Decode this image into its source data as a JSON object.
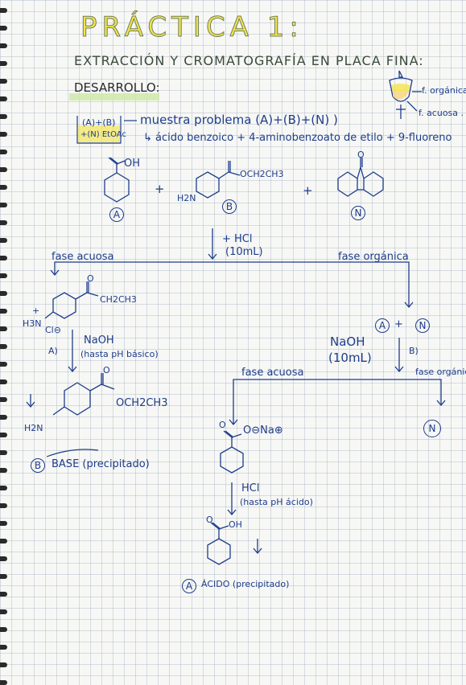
{
  "header": {
    "title": "PRÁCTICA 1:",
    "subtitle": "EXTRACCIÓN Y CROMATOGRAFÍA EN PLACA FINA:",
    "section": "DESARROLLO:"
  },
  "funnel": {
    "label_top": "f. orgánica",
    "label_bottom": "f. acuosa ."
  },
  "sample": {
    "box_line1": "(A)+(B)",
    "box_line2": "+(N) EtOAc",
    "label": "muestra problema (A)+(B)+(N) )",
    "components": "↳ ácido benzoico + 4-aminobenzoato de etilo + 9-fluoreno"
  },
  "molecules": {
    "a_substituent": "OH",
    "b_substituent": "OCH2CH3",
    "b_amine": "H2N",
    "plus": "+",
    "label_a": "A",
    "label_b": "B",
    "label_n": "N",
    "ketone_o": "O"
  },
  "step1": {
    "reagent": "+ HCl",
    "amount": "(10mL)"
  },
  "left_branch": {
    "phase": "fase acuosa",
    "cation_amine": "H3N",
    "cation_charge": "+",
    "anion_charge": "Cl⊖",
    "ester": "CH2CH3",
    "reagent": "NaOH",
    "condition": "(hasta pH básico)",
    "mark": "A)",
    "product_ester": "OCH2CH3",
    "product_amine": "H2N",
    "result_label": "B",
    "result_text": "BASE (precipitado)"
  },
  "right_branch": {
    "phase": "fase orgánica",
    "components_a": "A",
    "components_n": "N",
    "plus": "+",
    "reagent": "NaOH",
    "amount": "(10mL)",
    "mark": "B)",
    "sub_aq": "fase acuosa",
    "sub_org": "fase orgánica",
    "result_n": "N",
    "salt": "O⊖Na⊕",
    "salt_o": "O",
    "acid_reagent": "HCl",
    "acid_condition": "(hasta pH ácido)",
    "acid_oh": "OH",
    "acid_o": "O",
    "result_label": "A",
    "result_text": "ÁCIDO (precipitado)"
  }
}
